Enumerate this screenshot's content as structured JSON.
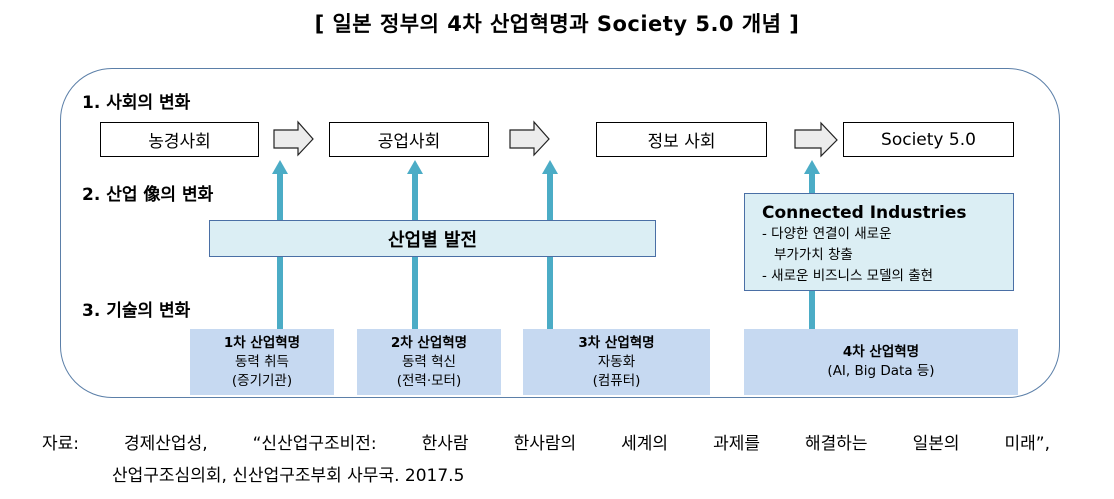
{
  "title": "[ 일본 정부의 4차 산업혁명과 Society 5.0 개념 ]",
  "sections": {
    "society": "1. 사회의 변화",
    "industry": "2. 산업 像의 변화",
    "technology": "3. 기술의 변화"
  },
  "societies": [
    "농경사회",
    "공업사회",
    "정보 사회",
    "Society 5.0"
  ],
  "industry_box": "산업별 발전",
  "connected": {
    "title": "Connected Industries",
    "line1": "- 다양한 연결이 새로운",
    "line2": "부가가치 창출",
    "line3": "- 새로운 비즈니스 모델의 출현"
  },
  "revolutions": [
    {
      "title": "1차 산업혁명",
      "line1": "동력 취득",
      "line2": "(증기기관)"
    },
    {
      "title": "2차 산업혁명",
      "line1": "동력 혁신",
      "line2": "(전력·모터)"
    },
    {
      "title": "3차 산업혁명",
      "line1": "자동화",
      "line2": "(컴퓨터)"
    },
    {
      "title": "4차 산업혁명",
      "line1": "(AI, Big Data 등)"
    }
  ],
  "source": {
    "line1": "자료: 경제산업성, “신산업구조비전: 한사람 한사람의 세계의 과제를 해결하는 일본의 미래”,",
    "line2": "산업구조심의회, 신산업구조부회 사무국. 2017.5"
  },
  "colors": {
    "frame": "#5b7fa8",
    "arrow_blue": "#4bacc6",
    "tech_fill": "#c6d9f1",
    "industry_fill": "#dbeef4"
  }
}
